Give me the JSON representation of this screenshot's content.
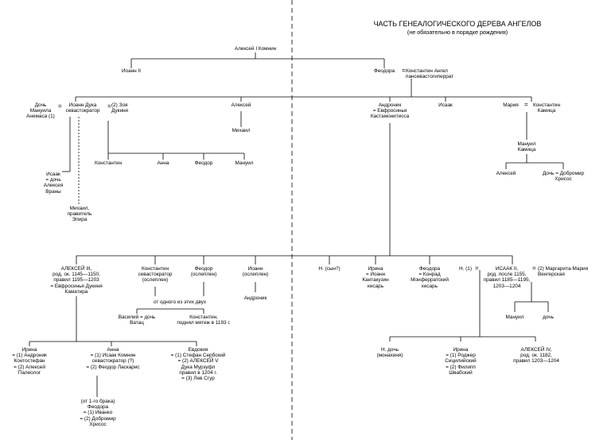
{
  "title": "ЧАСТЬ ГЕНЕАЛОГИЧЕСКОГО ДЕРЕВА АНГЕЛОВ",
  "subtitle": "(не обязательно в порядке рождения)",
  "people": {
    "alexios1": "Алексей I Комнин",
    "ioann2": "Иоанн II",
    "theodora": "Феодора",
    "konstantin_angel": "Константин Ангел\nпансевастогиперрат",
    "doch_manuila": "Дочь\nМануила\nАнемаса (1)",
    "isaak_duka": "Иоанн Дука\nсевастократор",
    "zoya": "(2) Зоя\nДукиня",
    "alexei_a": "Алексей",
    "mikhail_a": "Михаил",
    "andronik": "Андроник\n= Евфросинья\nКастамонитисса",
    "isaak_a": "Исаак",
    "maria": "Мария",
    "konstantin_kamica": "Константин\nКамица",
    "manuil_kamica": "Мануил\nКамица",
    "alexei_k": "Алексей",
    "doch_dobromir": "Дочь = Добромир\nХрисос",
    "isaak_vrana": "Исаак\n= дочь\nАлексея\nВраны",
    "konstantin_z": "Константин",
    "anna_z": "Анна",
    "feodor_z": "Феодор",
    "manuil_z": "Мануил",
    "mikhail_epir": "Михаил,\nправитель\nЭпира",
    "alexios3": "АЛЕКСЕЙ III,\nрод. ок. 1145—1150,\nправил 1195—1203\n= Евфросинья Дукиня\nКаматира",
    "konstantin_s": "Константин\nсевастократор\n(ослеплен)",
    "feodor_o": "Феодор\n(ослеплен)",
    "ioann_o": "Иоанн\n(ослеплен)",
    "andronik_s": "Андроник",
    "n_son": "Н. (сын?)",
    "irina_k": "Ирина\n= Иоанн\nКантакузин\nкесарь",
    "feodora_m": "Феодора\n= Конрад\nМонферратский\nкесарь",
    "n1": "Н. (1)",
    "isaac2": "ИСААК II,\nрод. после 1155,\nправил 1185—1195,\n1203—1204",
    "margarita": "(2) Маргарита-Мария\nВенгерская",
    "one_of": "от одного из этих двух",
    "vasily": "Василий = дочь\nВатац",
    "konstantin_p": "Константин,\nподнял мятеж в 1193 г.",
    "manuil_i": "Мануил",
    "doch_i": "дочь",
    "irina_l": "Ирина\n= (1) Андроник\nКонтостефан\n= (2) Алексей\nПалеолог",
    "anna_l": "Анна\n= (1) Исаак Комнин\nсевастократор (?)\n= (2) Феодор Ласкарис",
    "evdokia": "Евдокия\n= (1) Стефан Сербский\n= (2) АЛЕКСЕЙ V\nДука Мурзуфл\nправил в 1204 г.\n= (3) Лев Сгур",
    "feodora_l": "(от 1-го брака)\nФеодора\n= (1) Иванко\n= (2) Добромир\nХрисос",
    "n_doch": "Н. дочь\n(монахиня)",
    "irina_f": "Ирина\n= (1) Роджер\nСицилийский\n= (2) Филипп\nШвабский",
    "alexios4": "АЛЕКСЕЙ IV,\nрод. ок. 1182,\nправил 1203—1204"
  },
  "eq": "="
}
